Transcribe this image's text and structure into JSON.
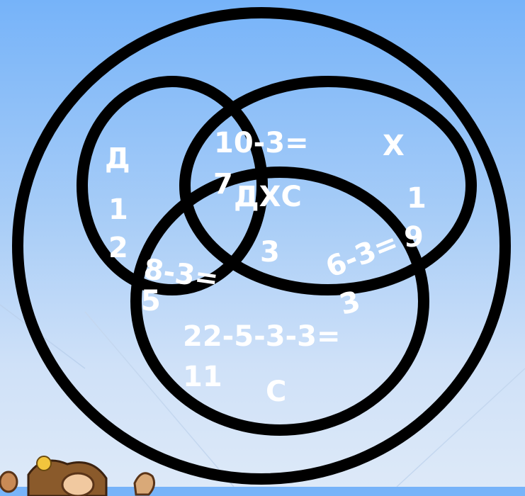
{
  "sets": {
    "D": "Д",
    "X": "Х",
    "C": "С",
    "DXC": "ДХС"
  },
  "regions": {
    "only_D": {
      "line1": "1",
      "line2": "2"
    },
    "only_X": {
      "line1": "1",
      "line2": "9"
    },
    "DX": {
      "expr": "10-3=",
      "result": "7"
    },
    "DC": {
      "expr": "8-3=",
      "result": "5"
    },
    "XC": {
      "expr": "6-3=",
      "result": "3"
    },
    "only_C": {
      "expr": "22-5-3-3=",
      "result": "11"
    },
    "DXC_value": "3"
  },
  "colors": {
    "sky_top": "#76b3f9",
    "sky_bottom": "#dde9f8",
    "circle_stroke": "#000000",
    "text": "#ffffff"
  },
  "decoration": {
    "icon": "cartoon-character-icon"
  }
}
